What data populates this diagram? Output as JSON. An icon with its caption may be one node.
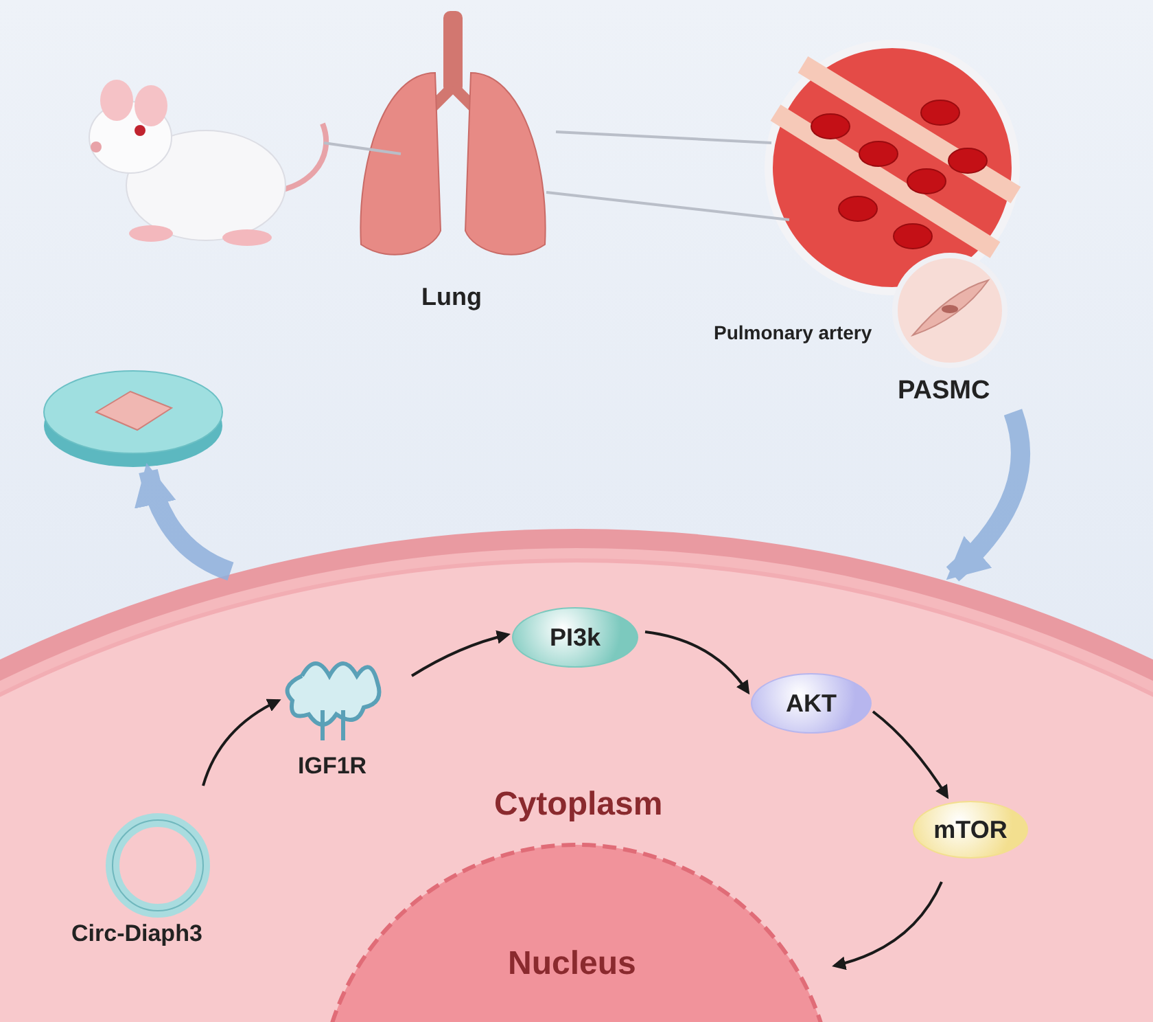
{
  "diagram": {
    "nodes": [
      {
        "text": [],
        "shape": "picture"
      },
      {
        "text": [
          "Lung"
        ]
      },
      {
        "text": [
          "Pulmonary artery"
        ]
      },
      {
        "text": [
          "PASMC"
        ]
      },
      {
        "text": [
          "Cytoplasm"
        ]
      },
      {
        "text": [
          "Nucleus"
        ],
        "in": 4
      },
      {
        "text": [
          "Circ-Diaph3"
        ],
        "in": 4
      },
      {
        "text": [
          "IGF1R"
        ],
        "in": 4
      },
      {
        "text": [
          "PI3k"
        ],
        "in": 4
      },
      {
        "text": [
          "AKT"
        ],
        "in": 4
      },
      {
        "text": [
          "mTOR"
        ],
        "in": 4
      },
      {
        "text": [],
        "shape": "picture"
      }
    ],
    "edges": [
      {
        "from": 0,
        "to": 1,
        "arrow": "none",
        "color": "#b9bec8"
      },
      {
        "from": 1,
        "to": 2,
        "arrow": "none",
        "color": "#b9bec8"
      },
      {
        "from": 3,
        "to": 4,
        "arrow": "to",
        "style": "thick",
        "color": "#8fb0dc"
      },
      {
        "from": 4,
        "to": 11,
        "arrow": "to",
        "style": "thick",
        "color": "#8fb0dc"
      },
      {
        "from": 6,
        "to": 7,
        "arrow": "to"
      },
      {
        "from": 7,
        "to": 8,
        "arrow": "to"
      },
      {
        "from": 8,
        "to": 9,
        "arrow": "to"
      },
      {
        "from": 9,
        "to": 10,
        "arrow": "to"
      },
      {
        "from": 10,
        "to": 5,
        "arrow": "to"
      }
    ]
  }
}
